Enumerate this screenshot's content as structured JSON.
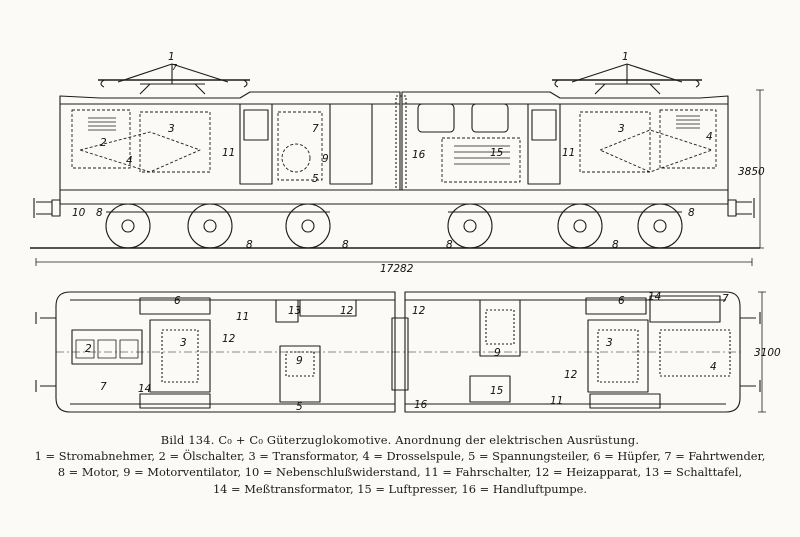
{
  "caption": {
    "title": "Bild 134.  C₀ + C₀ Güterzuglokomotive.  Anordnung der elektrischen Ausrüstung.",
    "legend": [
      {
        "num": "1",
        "label": "Stromabnehmer"
      },
      {
        "num": "2",
        "label": "Ölschalter"
      },
      {
        "num": "3",
        "label": "Transformator"
      },
      {
        "num": "4",
        "label": "Drosselspule"
      },
      {
        "num": "5",
        "label": "Spannungsteiler"
      },
      {
        "num": "6",
        "label": "Hüpfer"
      },
      {
        "num": "7",
        "label": "Fahrtwender"
      },
      {
        "num": "8",
        "label": "Motor"
      },
      {
        "num": "9",
        "label": "Motorventilator"
      },
      {
        "num": "10",
        "label": "Nebenschlußwiderstand"
      },
      {
        "num": "11",
        "label": "Fahrschalter"
      },
      {
        "num": "12",
        "label": "Heizapparat"
      },
      {
        "num": "13",
        "label": "Schalttafel"
      },
      {
        "num": "14",
        "label": "Meßtransformator"
      },
      {
        "num": "15",
        "label": "Luftpresser"
      },
      {
        "num": "16",
        "label": "Handluftpumpe"
      }
    ]
  },
  "dimensions": {
    "overall_length": "17282",
    "height": "3850",
    "width": "3100"
  },
  "callouts": {
    "n1": "1",
    "n2": "2",
    "n3": "3",
    "n4": "4",
    "n5": "5",
    "n6": "6",
    "n7": "7",
    "n8": "8",
    "n9": "9",
    "n10": "10",
    "n11": "11",
    "n12": "12",
    "n13": "13",
    "n14": "14",
    "n15": "15",
    "n16": "16"
  }
}
